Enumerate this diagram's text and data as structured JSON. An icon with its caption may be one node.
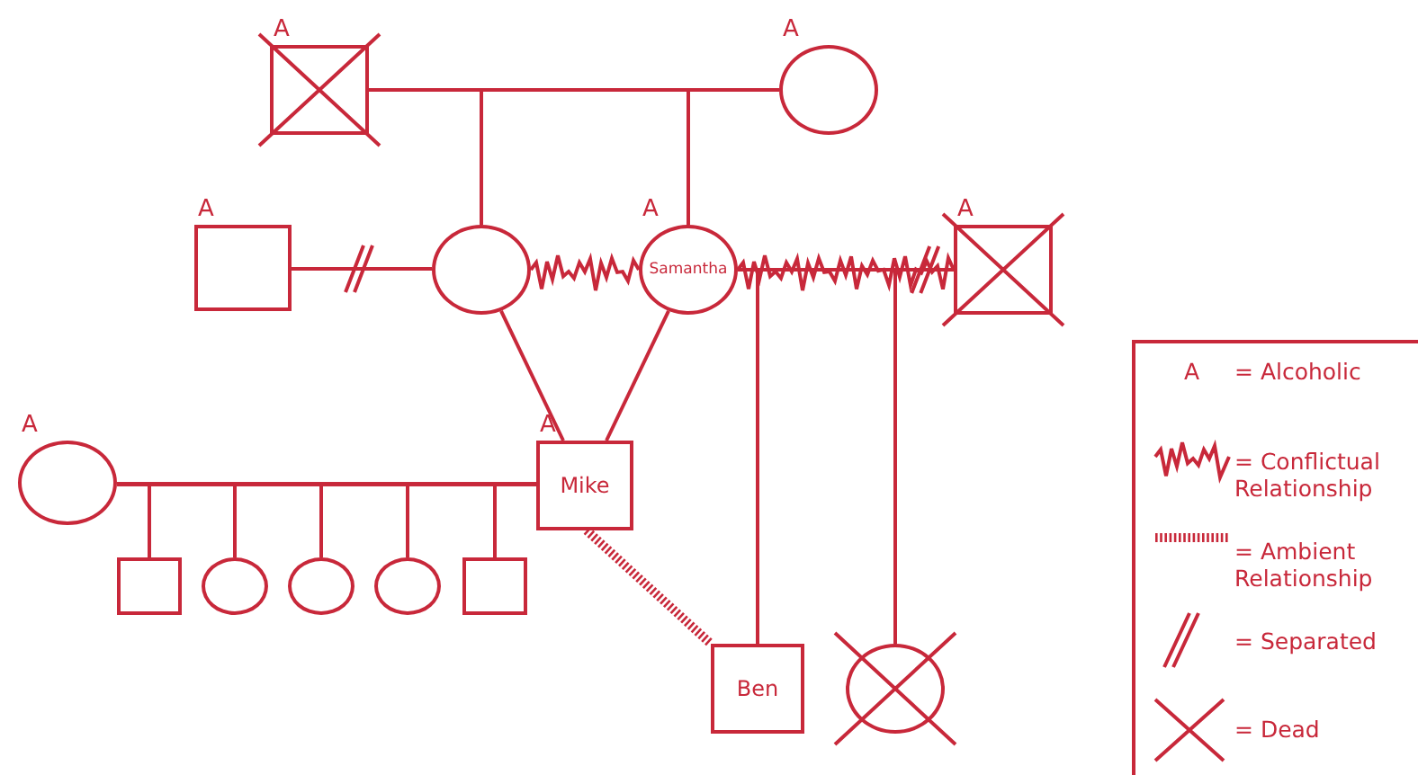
{
  "diagram": {
    "nodes": [
      {
        "text": [
          "A"
        ]
      },
      {
        "text": [
          "A"
        ]
      },
      {
        "text": [
          "A"
        ]
      },
      {
        "text": [],
        "shape": "circle"
      },
      {
        "text": [
          "A",
          "Samantha"
        ]
      },
      {
        "text": [
          "A"
        ]
      },
      {
        "text": [
          "A",
          "Mike"
        ]
      },
      {
        "text": [
          "A"
        ]
      },
      {
        "text": [],
        "shape": "box"
      },
      {
        "text": [],
        "shape": "circle"
      },
      {
        "text": [],
        "shape": "circle"
      },
      {
        "text": [],
        "shape": "circle"
      },
      {
        "text": [],
        "shape": "box"
      },
      {
        "text": [
          "Ben"
        ]
      },
      {
        "text": [],
        "shape": "circle"
      }
    ],
    "edges": [
      {
        "from": 0,
        "to": 1,
        "arrow": "none"
      },
      {
        "from": 0,
        "to": 3,
        "arrow": "none"
      },
      {
        "from": 1,
        "to": 3,
        "arrow": "none"
      },
      {
        "from": 0,
        "to": 4,
        "arrow": "none"
      },
      {
        "from": 1,
        "to": 4,
        "arrow": "none"
      },
      {
        "from": 2,
        "to": 3,
        "arrow": "none"
      },
      {
        "from": 3,
        "to": 4,
        "arrow": "none"
      },
      {
        "from": 4,
        "to": 5,
        "arrow": "none"
      },
      {
        "from": 3,
        "to": 6,
        "arrow": "none"
      },
      {
        "from": 4,
        "to": 6,
        "arrow": "none"
      },
      {
        "from": 4,
        "to": 13,
        "arrow": "none"
      },
      {
        "from": 5,
        "to": 13,
        "arrow": "none"
      },
      {
        "from": 4,
        "to": 14,
        "arrow": "none"
      },
      {
        "from": 5,
        "to": 14,
        "arrow": "none"
      },
      {
        "from": 7,
        "to": 6,
        "arrow": "none"
      },
      {
        "from": 7,
        "to": 8,
        "arrow": "none"
      },
      {
        "from": 6,
        "to": 8,
        "arrow": "none"
      },
      {
        "from": 7,
        "to": 9,
        "arrow": "none"
      },
      {
        "from": 6,
        "to": 9,
        "arrow": "none"
      },
      {
        "from": 7,
        "to": 10,
        "arrow": "none"
      },
      {
        "from": 6,
        "to": 10,
        "arrow": "none"
      },
      {
        "from": 7,
        "to": 11,
        "arrow": "none"
      },
      {
        "from": 6,
        "to": 11,
        "arrow": "none"
      },
      {
        "from": 7,
        "to": 12,
        "arrow": "none"
      },
      {
        "from": 6,
        "to": 12,
        "arrow": "none"
      },
      {
        "from": 6,
        "to": 13,
        "arrow": "none",
        "style": "dashed"
      }
    ],
    "labels": [
      "A"
    ],
    "legend": [
      {
        "text": "= Alcoholic"
      },
      {
        "text": "= Conflictual Relationship"
      },
      {
        "text": "= Ambient Relationship"
      },
      {
        "text": "= Separated"
      },
      {
        "text": "= Dead"
      }
    ]
  }
}
